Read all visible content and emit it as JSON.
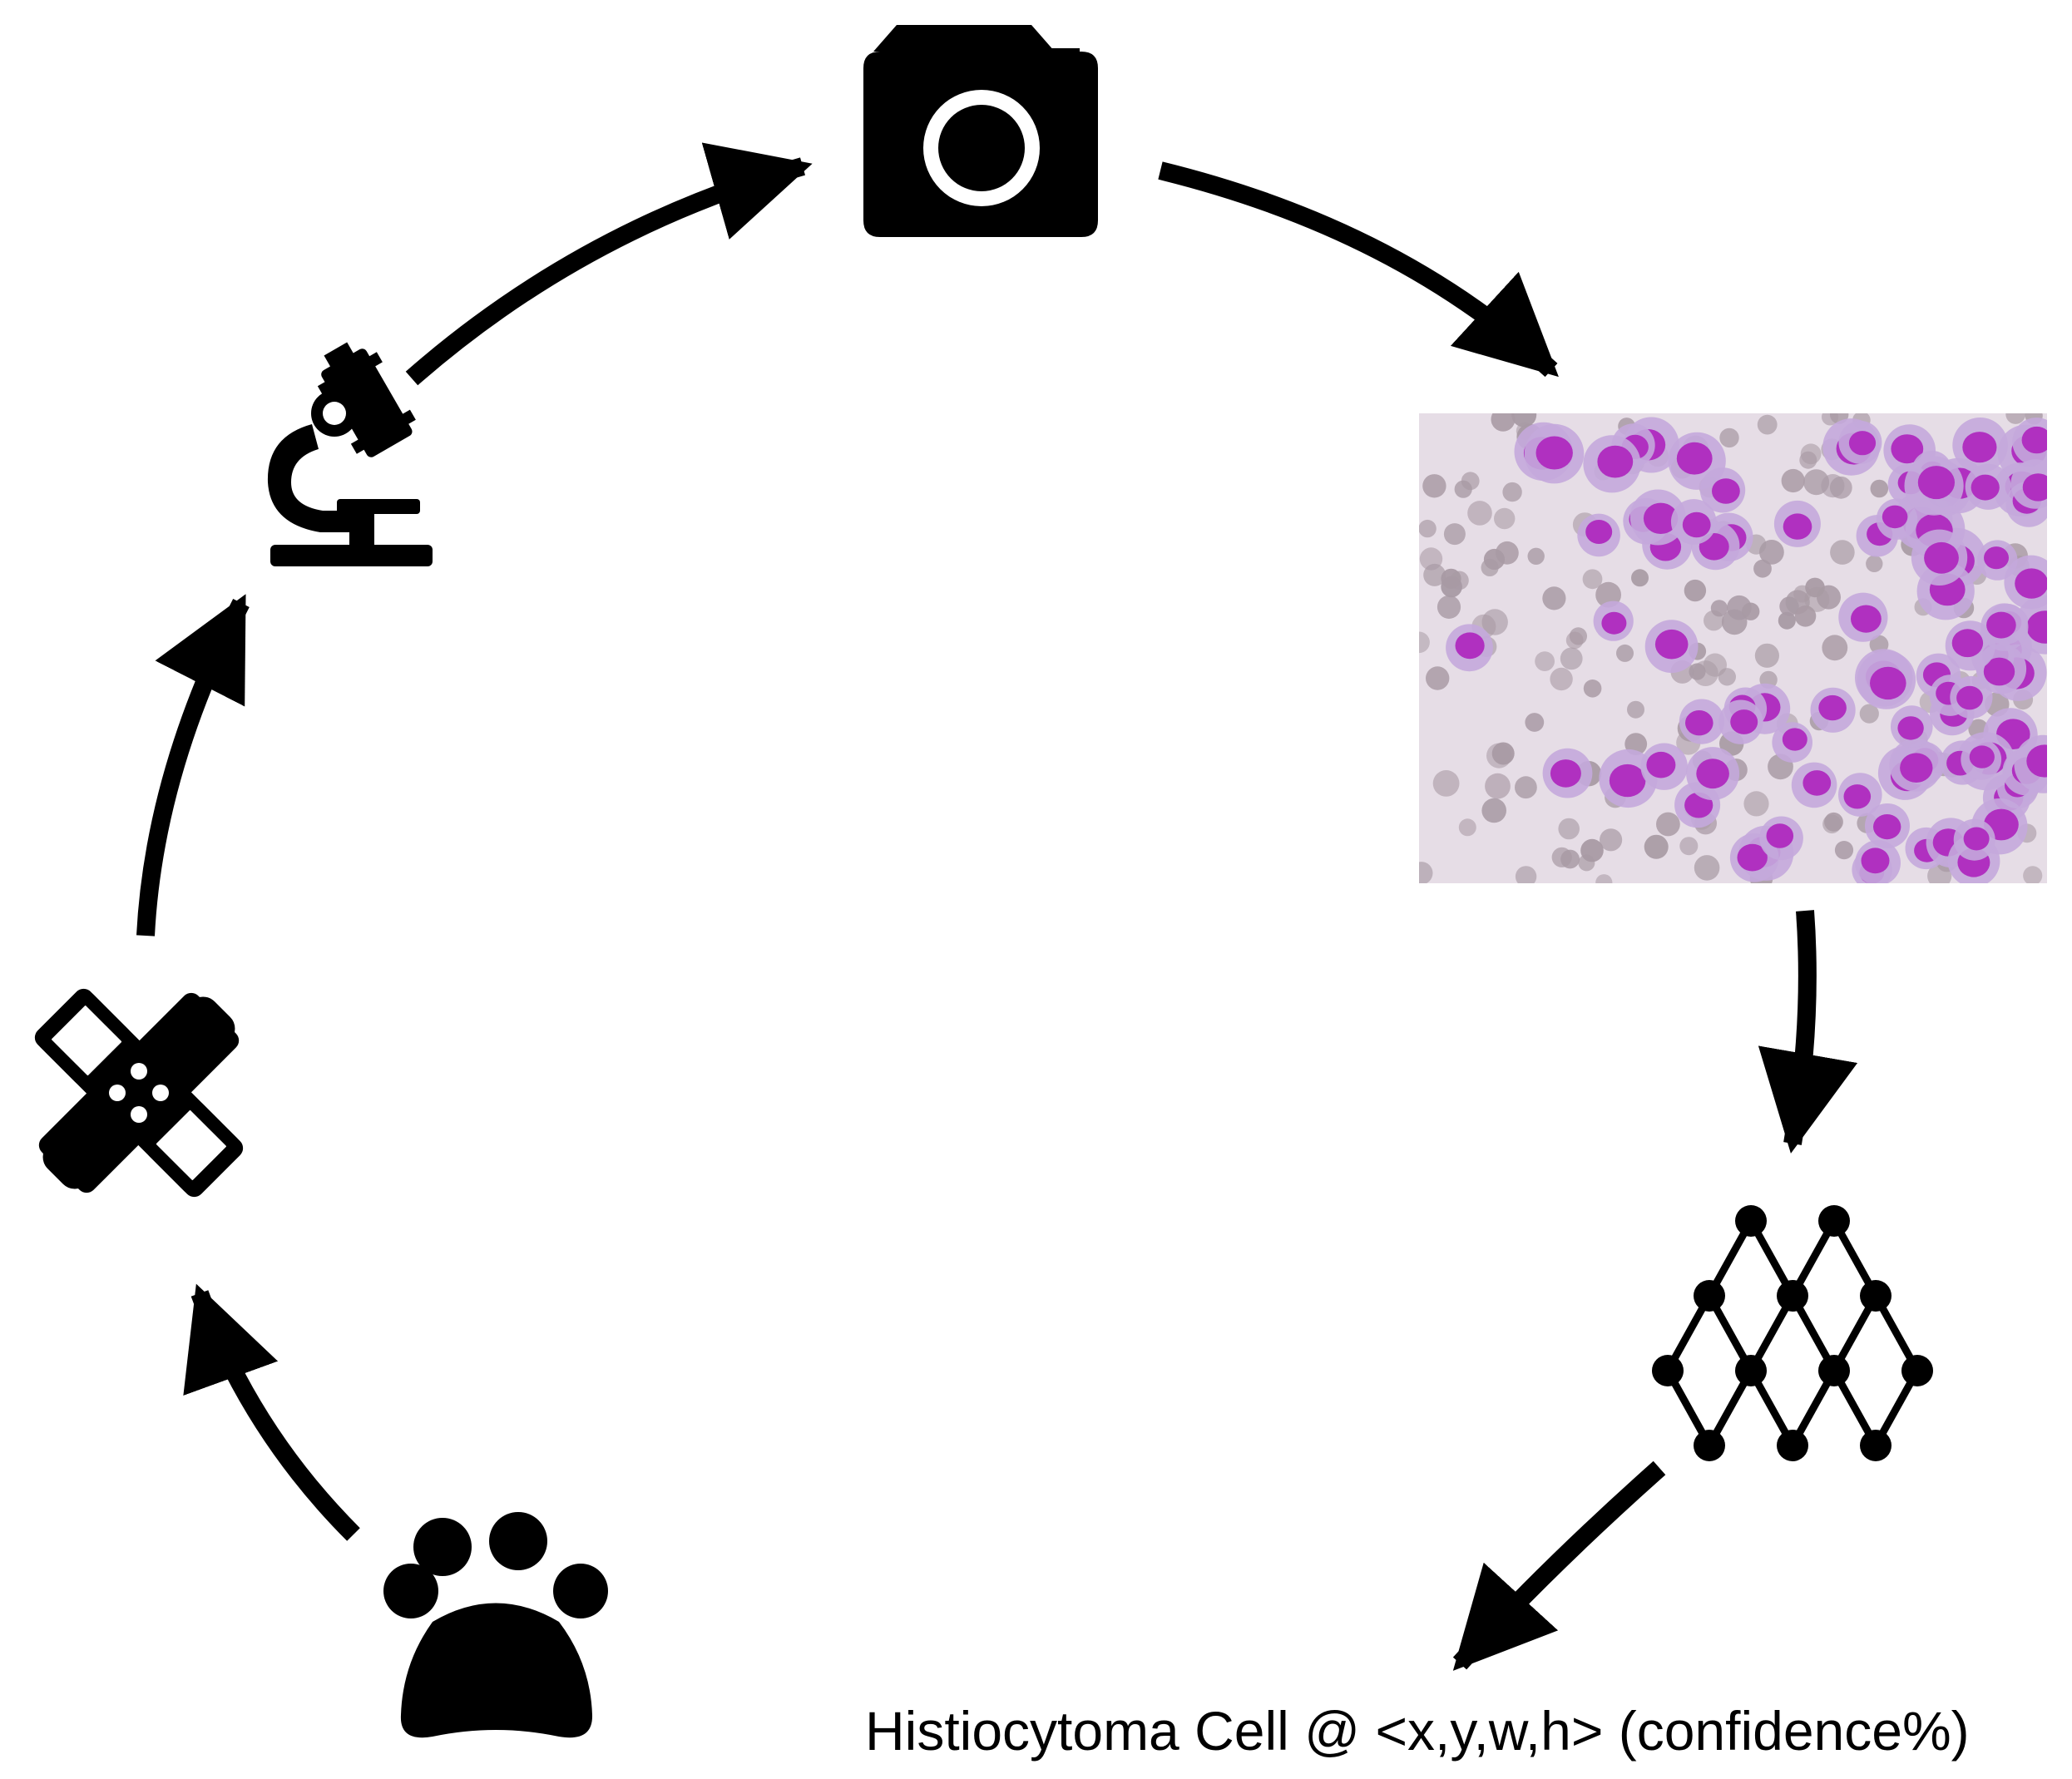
{
  "diagram": {
    "steps": [
      {
        "id": "paw",
        "icon": "paw-icon"
      },
      {
        "id": "bandage",
        "icon": "bandage-icon"
      },
      {
        "id": "microscope",
        "icon": "microscope-icon"
      },
      {
        "id": "camera",
        "icon": "camera-icon"
      },
      {
        "id": "cytology-image",
        "icon": "cytology-micrograph"
      },
      {
        "id": "neural-network",
        "icon": "neural-network-icon"
      }
    ],
    "output_label": "Histiocytoma Cell @ <x,y,w,h> (confidence%)",
    "colors": {
      "icon": "#000000",
      "arrow": "#000000",
      "micrograph_background": "#e6dde6",
      "cell_nucleus": "#b030c0",
      "cell_cytoplasm": "#c4a8dc",
      "red_blood_cell": "#a89aa4"
    }
  }
}
